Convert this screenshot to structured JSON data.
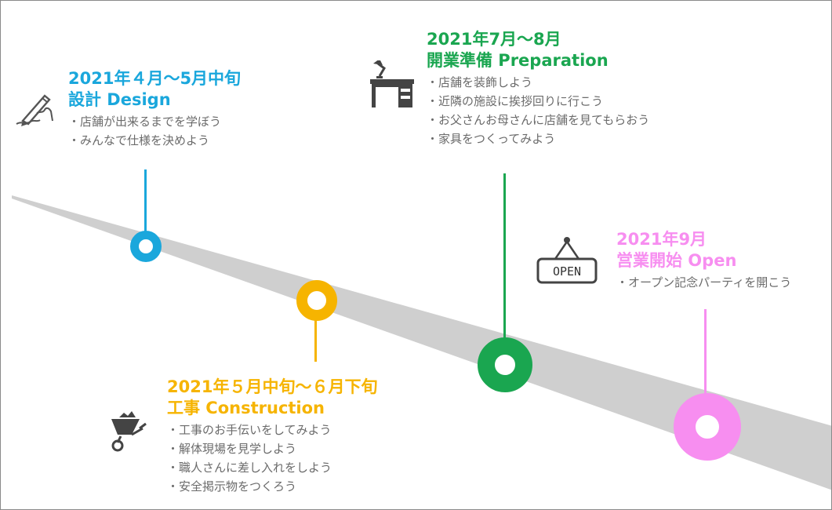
{
  "colors": {
    "design": "#1aa7dc",
    "construction": "#f6b400",
    "preparation": "#1aa650",
    "open": "#f78ef0",
    "band": "#cfcfcf",
    "text_gray": "#6b6b6b"
  },
  "phases": [
    {
      "title_line1": "2021年４月～5月中旬",
      "title_line2": "設計  Design",
      "items": [
        "・店舗が出来るまでを学ぼう",
        "・みんなで仕様を決めよう"
      ],
      "icon": "pen-writing-icon"
    },
    {
      "title_line1": "2021年５月中旬～６月下旬",
      "title_line2": "工事  Construction",
      "items": [
        "・工事のお手伝いをしてみよう",
        "・解体現場を見学しよう",
        "・職人さんに差し入れをしよう",
        "・安全掲示物をつくろう"
      ],
      "icon": "wheelbarrow-icon"
    },
    {
      "title_line1": "2021年7月～8月",
      "title_line2": "開業準備  Preparation",
      "items": [
        "・店舗を装飾しよう",
        "・近隣の施設に挨拶回りに行こう",
        "・お父さんお母さんに店舗を見てもらおう",
        "・家具をつくってみよう"
      ],
      "icon": "desk-lamp-icon"
    },
    {
      "title_line1": "2021年9月",
      "title_line2": "営業開始  Open",
      "items": [
        "・オープン記念パーティを開こう"
      ],
      "icon": "open-sign-icon",
      "sign_text": "OPEN"
    }
  ]
}
